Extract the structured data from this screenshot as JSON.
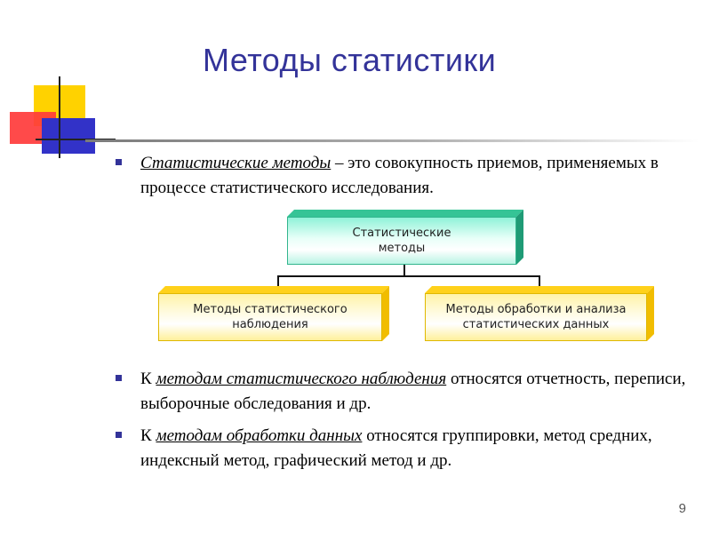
{
  "slide": {
    "title": "Методы статистики",
    "page_number": "9"
  },
  "bullets": {
    "b1": {
      "term": "Статистические методы",
      "rest": " – это совокупность приемов, применяемых в процессе статистического исследования."
    },
    "b2": {
      "prefix": "К ",
      "term": "методам статистического наблюдения",
      "rest": "  относятся отчетность, переписи, выборочные обследования и др."
    },
    "b3": {
      "prefix": "К ",
      "term": "методам обработки данных",
      "rest": " относятся группировки, метод средних, индексный метод, графический метод и др."
    }
  },
  "diagram": {
    "root": {
      "line1": "Статистические",
      "line2": "методы"
    },
    "left": {
      "line1": "Методы статистического",
      "line2": "наблюдения"
    },
    "right": {
      "line1": "Методы обработки и анализа",
      "line2": "статистических данных"
    }
  },
  "colors": {
    "title": "#333399",
    "bullet": "#333399",
    "root_box": "#35c496",
    "child_box": "#ffd11a"
  }
}
